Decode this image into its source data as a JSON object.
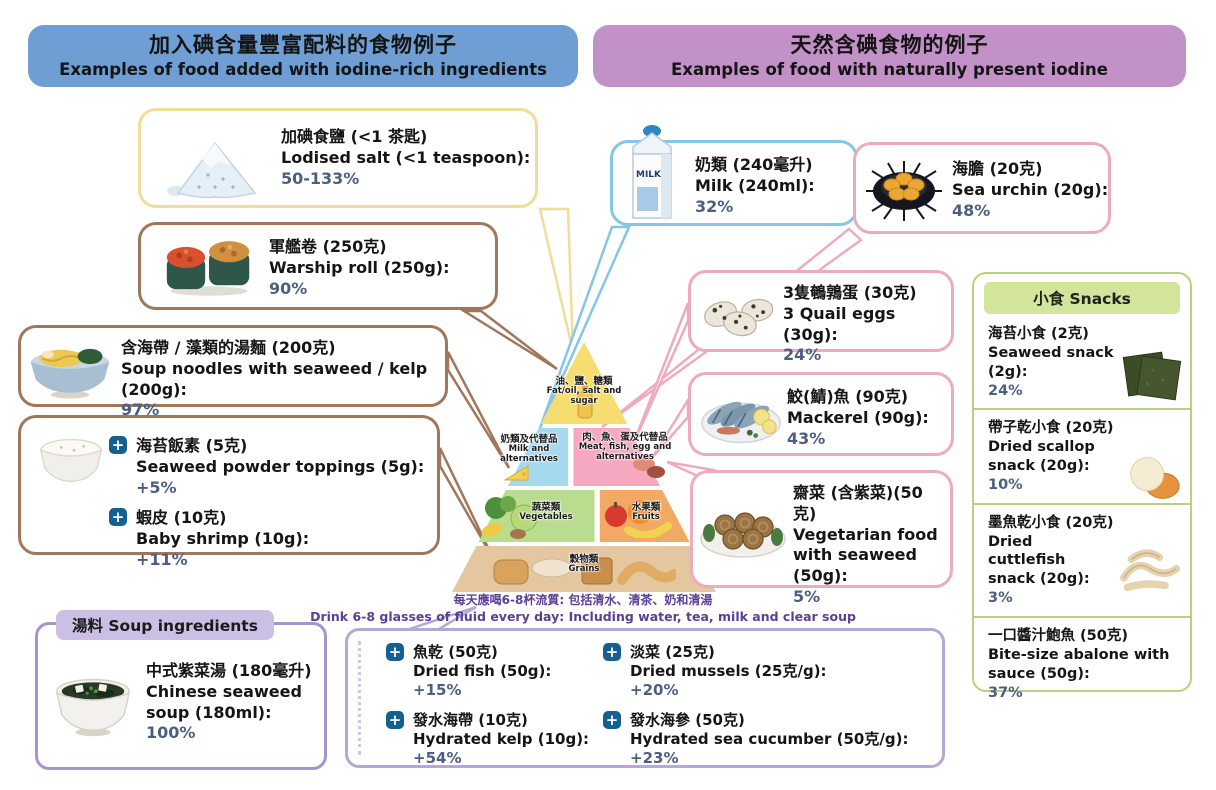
{
  "colors": {
    "blue_header": "#6f9ed5",
    "purple_header": "#c291c7",
    "salt_border": "#f0dd9a",
    "brown_border": "#a1775c",
    "milk_border": "#85c6e6",
    "pink_border": "#ecacbe",
    "snacks_border": "#b8d17e",
    "soup_border": "#a694cc",
    "additions_border": "#b5a8d6",
    "value_text": "#4c5f80",
    "plus_icon": "#156091",
    "fluid_text": "#5c3e97",
    "pyramid_fat": "#f6dd70",
    "pyramid_milk": "#a6d9ee",
    "pyramid_meat": "#f6a8c0",
    "pyramid_veg": "#b9dc8e",
    "pyramid_fruit": "#f2a963",
    "pyramid_grains": "#e4c79f"
  },
  "header_left": {
    "zh": "加入碘含量豐富配料的食物例子",
    "en": "Examples of food added with iodine-rich ingredients"
  },
  "header_right": {
    "zh": "天然含碘食物的例子",
    "en": "Examples of food with naturally present iodine"
  },
  "boxes": {
    "salt": {
      "zh": "加碘食鹽 (<1 茶匙)",
      "en": "Lodised salt (<1 teaspoon):",
      "value": "50-133%"
    },
    "warship": {
      "zh": "軍艦卷 (250克)",
      "en": "Warship roll (250g):",
      "value": "90%"
    },
    "noodles": {
      "zh": "含海帶 / 藻類的湯麵 (200克)",
      "en": "Soup noodles with seaweed / kelp (200g):",
      "value": "97%"
    },
    "toppings": {
      "items": [
        {
          "zh": "海苔飯素 (5克)",
          "en": "Seaweed powder toppings (5g):",
          "value": "+5%"
        },
        {
          "zh": "蝦皮 (10克)",
          "en": "Baby shrimp (10g):",
          "value": "+11%"
        }
      ]
    },
    "milk": {
      "zh": "奶類 (240毫升)",
      "en": "Milk (240ml):",
      "value": "32%",
      "carton_label": "MILK"
    },
    "urchin": {
      "zh": "海膽 (20克)",
      "en": "Sea urchin (20g):",
      "value": "48%"
    },
    "quail": {
      "zh": "3隻鵪鶉蛋 (30克)",
      "en": "3 Quail eggs (30g):",
      "value": "24%"
    },
    "mackerel": {
      "zh": "鮫(鯖)魚 (90克)",
      "en": "Mackerel (90g):",
      "value": "43%"
    },
    "vegetarian": {
      "zh": "齋菜 (含紫菜)(50克)",
      "en": "Vegetarian food with seaweed (50g):",
      "value": "5%"
    }
  },
  "snacks": {
    "title": "小食 Snacks",
    "items": [
      {
        "zh": "海苔小食 (2克)",
        "en": "Seaweed snack (2g):",
        "value": "24%"
      },
      {
        "zh": "帶子乾小食 (20克)",
        "en": "Dried scallop snack (20g):",
        "value": "10%"
      },
      {
        "zh": "墨魚乾小食 (20克)",
        "en": "Dried cuttlefish snack (20g):",
        "value": "3%"
      },
      {
        "zh": "一口醬汁鮑魚 (50克)",
        "en": "Bite-size abalone with sauce (50g):",
        "value": "37%"
      }
    ]
  },
  "soup": {
    "title": "湯料 Soup ingredients",
    "zh": "中式紫菜湯 (180毫升)",
    "en": "Chinese seaweed soup (180ml):",
    "value": "100%"
  },
  "additions": {
    "items": [
      {
        "zh": "魚乾 (50克)",
        "en": "Dried fish (50g):",
        "value": "+15%"
      },
      {
        "zh": "發水海帶 (10克)",
        "en": "Hydrated kelp (10g):",
        "value": "+54%"
      },
      {
        "zh": "淡菜 (25克)",
        "en": "Dried mussels (25克/g):",
        "value": "+20%"
      },
      {
        "zh": "發水海參 (50克)",
        "en": "Hydrated sea cucumber (50克/g):",
        "value": "+23%"
      }
    ]
  },
  "pyramid": {
    "tier_fat": {
      "zh": "油、鹽、糖類",
      "en": "Fat/oil, salt and sugar"
    },
    "tier_milk": {
      "zh": "奶類及代替品",
      "en": "Milk and alternatives"
    },
    "tier_meat": {
      "zh": "肉、魚、蛋及代替品",
      "en": "Meat, fish, egg and alternatives"
    },
    "tier_veg": {
      "zh": "蔬菜類",
      "en": "Vegetables"
    },
    "tier_fruit": {
      "zh": "水果類",
      "en": "Fruits"
    },
    "tier_grains": {
      "zh": "穀物類",
      "en": "Grains"
    },
    "fluid_zh": "每天應喝6-8杯流質: 包括清水、清茶、奶和清湯",
    "fluid_en": "Drink 6-8 glasses of fluid every day: Including water, tea, milk and clear soup"
  }
}
